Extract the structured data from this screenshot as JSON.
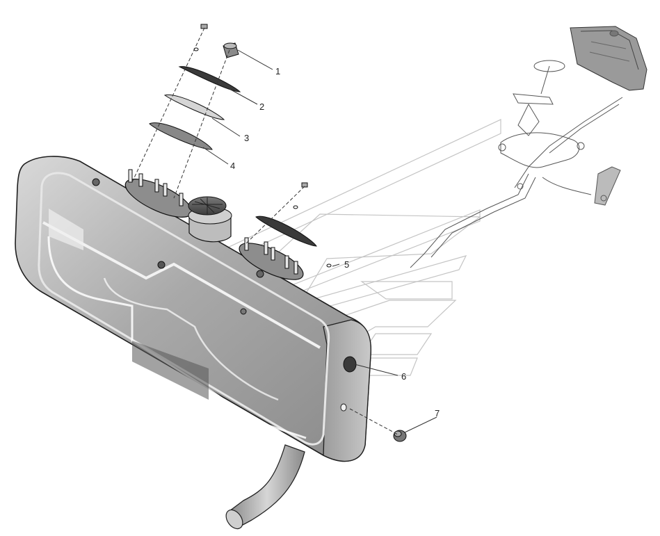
{
  "diagram": {
    "callouts": [
      {
        "id": "1",
        "label": "1"
      },
      {
        "id": "2",
        "label": "2"
      },
      {
        "id": "3",
        "label": "3"
      },
      {
        "id": "4",
        "label": "4"
      },
      {
        "id": "5",
        "label": "5"
      },
      {
        "id": "6",
        "label": "6"
      },
      {
        "id": "7",
        "label": "7"
      }
    ],
    "colors": {
      "tank_body": "#a7a7a7",
      "tank_highlight": "#e4e4e4",
      "tank_shadow": "#6a6a6a",
      "outline": "#222222",
      "leader": "#333333",
      "watermark": "#bdbdbd"
    }
  }
}
